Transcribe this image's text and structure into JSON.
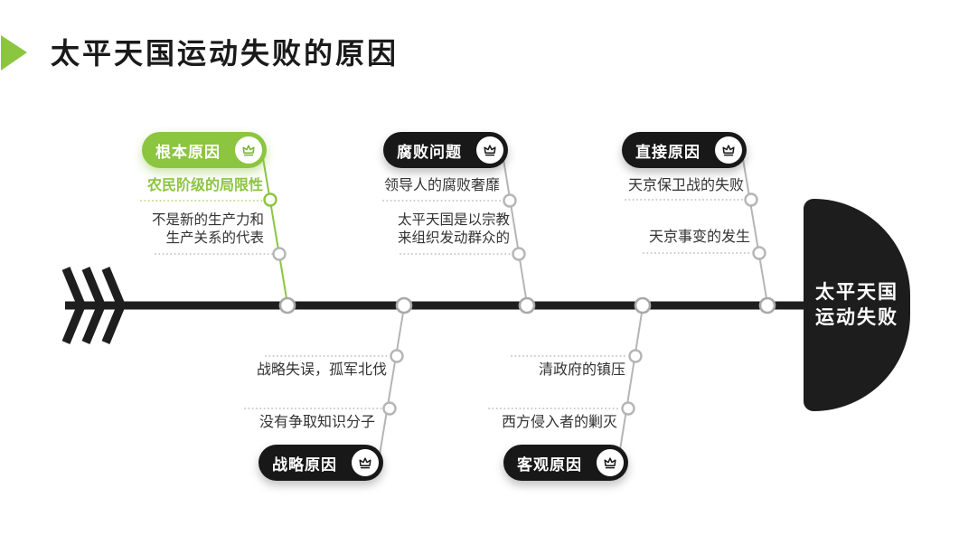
{
  "title": {
    "text": "太平天国运动失败的原因"
  },
  "head": {
    "line1": "太平天国",
    "line2": "运动失败"
  },
  "branches": [
    {
      "label": "根本原因",
      "side": "top",
      "theme": "green",
      "items": [
        "农民阶级的局限性",
        "不是新的生产力和\n生产关系的代表"
      ]
    },
    {
      "label": "腐败问题",
      "side": "top",
      "theme": "dark",
      "items": [
        "领导人的腐败奢靡",
        "太平天国是以宗教\n来组织发动群众的"
      ]
    },
    {
      "label": "直接原因",
      "side": "top",
      "theme": "dark",
      "items": [
        "天京保卫战的失败",
        "天京事变的发生"
      ]
    },
    {
      "label": "战略原因",
      "side": "bottom",
      "theme": "dark",
      "items": [
        "战略失误，孤军北伐",
        "没有争取知识分子"
      ]
    },
    {
      "label": "客观原因",
      "side": "bottom",
      "theme": "dark",
      "items": [
        "清政府的镇压",
        "西方侵入者的剿灭"
      ]
    }
  ],
  "colors": {
    "accent_green": "#8CC540",
    "ink": "#1d1d1d",
    "line_gray": "#b5b5b5",
    "dot_gray": "#c9c9c9",
    "dot_green": "#bfdd8d",
    "text_dark": "#333333"
  },
  "icons": {
    "badge_icon": "crown-icon",
    "title_marker": "triangle-icon"
  }
}
